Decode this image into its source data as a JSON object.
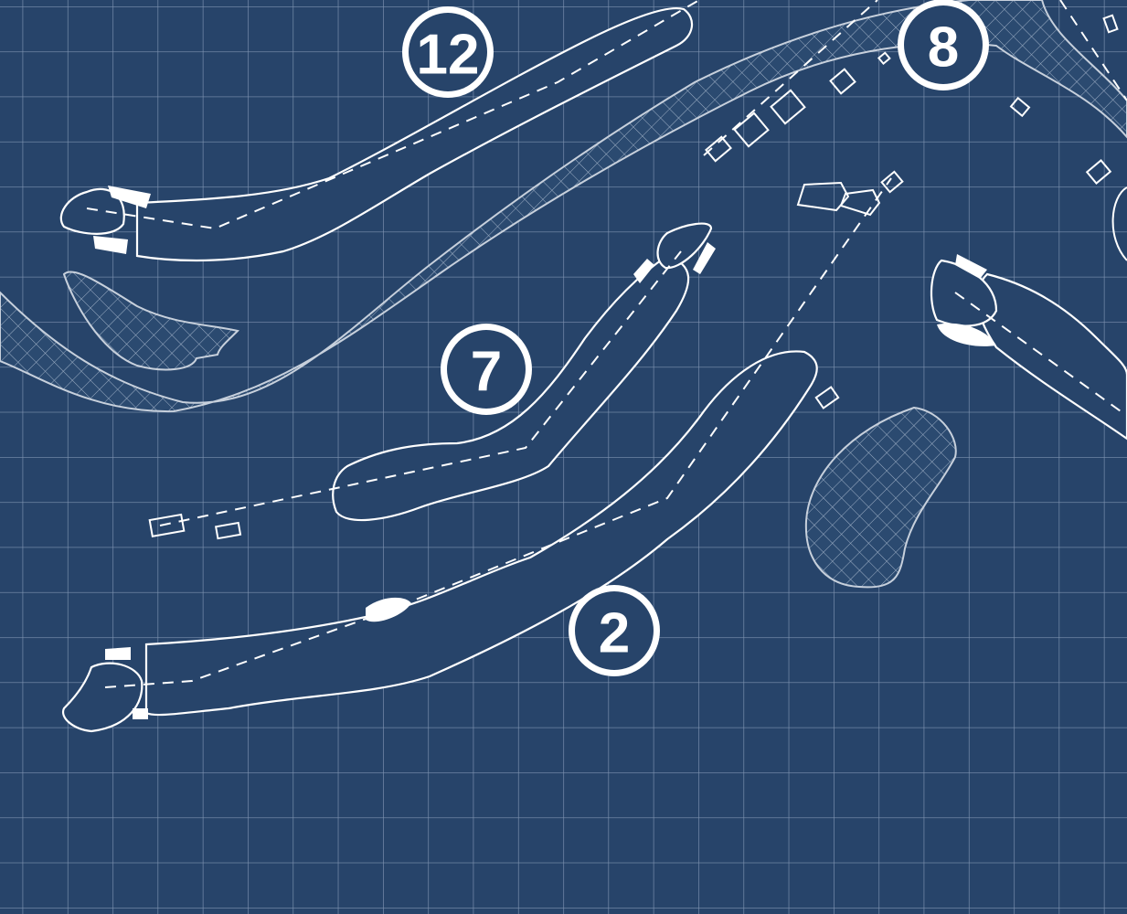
{
  "map": {
    "style": "blueprint golf course layout",
    "colors": {
      "background": "#27446a",
      "grid": "#7d92b0",
      "lines": "#ffffff"
    },
    "holes": [
      {
        "number": "12"
      },
      {
        "number": "7"
      },
      {
        "number": "8"
      },
      {
        "number": "2"
      }
    ]
  }
}
